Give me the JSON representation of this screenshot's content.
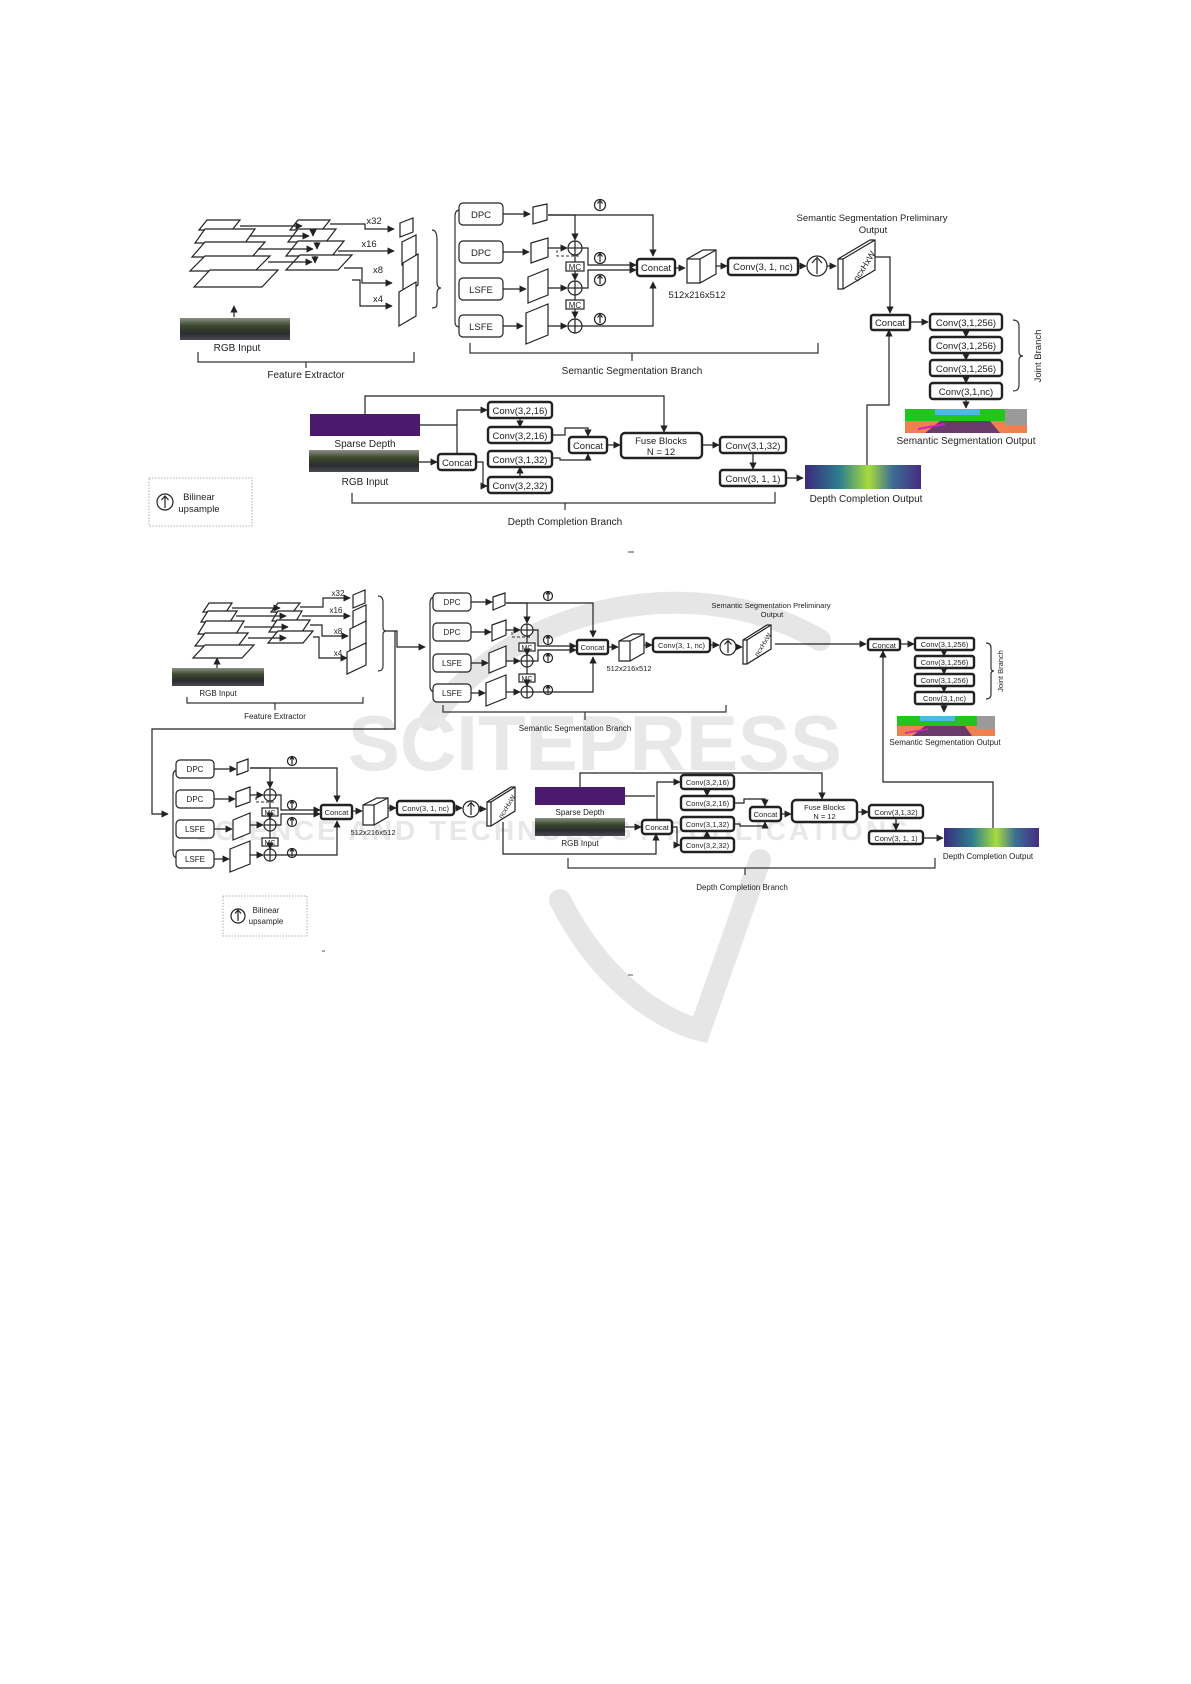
{
  "watermark": {
    "title": "SCITEPRESS",
    "subtitle": "SCIENCE AND TECHNOLOGY PUBLICATIONS"
  },
  "diagrams": [
    {
      "feature_extractor": {
        "input_label": "RGB Input",
        "scales": [
          "x32",
          "x16",
          "x8",
          "x4"
        ],
        "label": "Feature Extractor"
      },
      "semantic_branch": {
        "modules": [
          "DPC",
          "DPC",
          "LSFE",
          "LSFE"
        ],
        "mc_label": "MC",
        "concat_label": "Concat",
        "tensor_label": "512x216x512",
        "conv_label": "Conv(3, 1, nc)",
        "prelim_tensor_label": "ncxHxW",
        "prelim_title": "Semantic Segmentation Preliminary",
        "prelim_title_2": "Output",
        "label": "Semantic Segmentation Branch"
      },
      "joint_branch": {
        "concat_label": "Concat",
        "convs": [
          "Conv(3,1,256)",
          "Conv(3,1,256)",
          "Conv(3,1,256)",
          "Conv(3,1,nc)"
        ],
        "label": "Joint Branch",
        "output_label": "Semantic Segmentation Output"
      },
      "depth_branch": {
        "sparse_label": "Sparse Depth",
        "rgb_label": "RGB Input",
        "concat_label": "Concat",
        "convs_a": [
          "Conv(3,2,16)",
          "Conv(3,2,16)",
          "Conv(3,1,32)",
          "Conv(3,2,32)"
        ],
        "concat2_label": "Concat",
        "fuse_label": "Fuse Blocks",
        "fuse_n": "N = 12",
        "conv_out1": "Conv(3,1,32)",
        "conv_out2": "Conv(3, 1, 1)",
        "output_label": "Depth Completion Output",
        "label": "Depth Completion  Branch"
      },
      "legend": {
        "icon": "bilinear-upsample-icon",
        "line1": "Bilinear",
        "line2": "upsample"
      }
    },
    {
      "feature_extractor": {
        "input_label": "RGB Input",
        "scales": [
          "x32",
          "x16",
          "x8",
          "x4"
        ],
        "label": "Feature Extractor"
      },
      "semantic_branch": {
        "modules": [
          "DPC",
          "DPC",
          "LSFE",
          "LSFE"
        ],
        "mc_label": "MC",
        "concat_label": "Concat",
        "tensor_label": "512x216x512",
        "conv_label": "Conv(3, 1, nc)",
        "prelim_tensor_label": "ncxHxW",
        "prelim_title": "Semantic Segmentation Preliminary",
        "prelim_title_2": "Output",
        "label": "Semantic Segmentation Branch"
      },
      "joint_branch": {
        "concat_label": "Concat",
        "convs": [
          "Conv(3,1,256)",
          "Conv(3,1,256)",
          "Conv(3,1,256)",
          "Conv(3,1,nc)"
        ],
        "label": "Joint Branch",
        "output_label": "Semantic Segmentation Output"
      },
      "second_semantic": {
        "modules": [
          "DPC",
          "DPC",
          "LSFE",
          "LSFE"
        ],
        "mc_label": "MC",
        "concat_label": "Concat",
        "tensor_label": "512x216x512",
        "conv_label": "Conv(3, 1, nc)",
        "prelim_tensor_label": "ncxHxW"
      },
      "depth_branch": {
        "sparse_label": "Sparse Depth",
        "rgb_label": "RGB Input",
        "concat_label": "Concat",
        "convs_a": [
          "Conv(3,2,16)",
          "Conv(3,2,16)",
          "Conv(3,1,32)",
          "Conv(3,2,32)"
        ],
        "concat2_label": "Concat",
        "fuse_label": "Fuse Blocks",
        "fuse_n": "N = 12",
        "conv_out1": "Conv(3,1,32)",
        "conv_out2": "Conv(3, 1, 1)",
        "output_label": "Depth Completion Output",
        "label": "Depth Completion  Branch"
      },
      "legend": {
        "icon": "bilinear-upsample-icon",
        "line1": "Bilinear",
        "line2": "upsample"
      }
    }
  ],
  "colors": {
    "line": "#222222",
    "sparse_depth": "#4b1a6e",
    "depth_dark": "#3b2a7a",
    "depth_mid": "#2a8c8c",
    "depth_bright": "#b5e03a",
    "seg_green": "#22c41e",
    "seg_sky": "#4fb6e8",
    "seg_road": "#6a3a6a",
    "seg_orange": "#f08050",
    "seg_gray": "#9a9a9a",
    "watermark": "#e3e3e3"
  }
}
